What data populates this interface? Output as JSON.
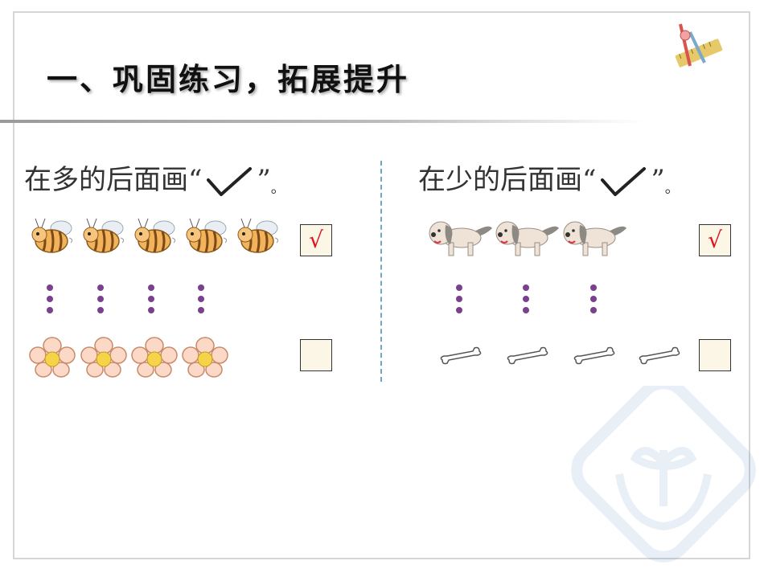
{
  "title": "一、巩固练习，拓展提升",
  "left": {
    "instruction_before": "在多的后面画“",
    "instruction_after": "”",
    "instruction_end": "。",
    "top_row": {
      "item": "bee",
      "count": 5,
      "answer": "√"
    },
    "bottom_row": {
      "item": "flower",
      "count": 4,
      "answer": ""
    },
    "dot_columns": 4
  },
  "right": {
    "instruction_before": "在少的后面画“",
    "instruction_after": "”",
    "instruction_end": "。",
    "top_row": {
      "item": "dog",
      "count": 3,
      "answer": "√"
    },
    "bottom_row": {
      "item": "bone",
      "count": 4,
      "answer": ""
    },
    "dot_columns": 3
  },
  "colors": {
    "check_mark": "#e0111a",
    "dots": "#7b3f8f",
    "divider": "#6fa8c4"
  }
}
